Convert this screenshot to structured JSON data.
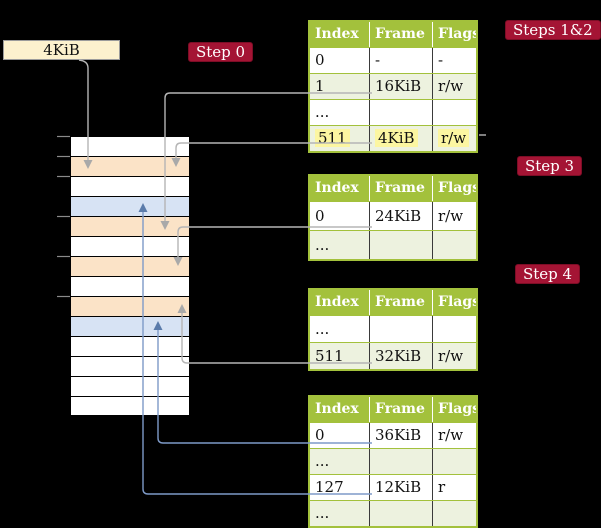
{
  "labels": {
    "frame_size": "4KiB",
    "step0": "Step 0",
    "steps_1_2": "Steps 1&2",
    "step3": "Step 3",
    "step4": "Step 4"
  },
  "memory_stack": {
    "description": "physical memory frames, 4KiB each",
    "rows": [
      {
        "kind": "empty"
      },
      {
        "kind": "pagetable"
      },
      {
        "kind": "empty"
      },
      {
        "kind": "datapage"
      },
      {
        "kind": "pagetable"
      },
      {
        "kind": "empty"
      },
      {
        "kind": "pagetable"
      },
      {
        "kind": "empty"
      },
      {
        "kind": "pagetable"
      },
      {
        "kind": "datapage"
      },
      {
        "kind": "empty"
      },
      {
        "kind": "empty"
      },
      {
        "kind": "empty"
      },
      {
        "kind": "empty"
      }
    ]
  },
  "tables": [
    {
      "name": "page-table-steps-1-2",
      "headers": [
        "Index",
        "Frame",
        "Flags"
      ],
      "rows": [
        {
          "cells": [
            "0",
            "-",
            "-"
          ],
          "shaded": false,
          "highlighted": false
        },
        {
          "cells": [
            "1",
            "16KiB",
            "r/w"
          ],
          "shaded": true,
          "highlighted": false
        },
        {
          "cells": [
            "...",
            "",
            ""
          ],
          "shaded": false,
          "highlighted": false
        },
        {
          "cells": [
            "511",
            "4KiB",
            "r/w"
          ],
          "shaded": true,
          "highlighted": true
        }
      ]
    },
    {
      "name": "page-table-step-3",
      "headers": [
        "Index",
        "Frame",
        "Flags"
      ],
      "rows": [
        {
          "cells": [
            "0",
            "24KiB",
            "r/w"
          ],
          "shaded": false,
          "highlighted": false
        },
        {
          "cells": [
            "...",
            "",
            ""
          ],
          "shaded": true,
          "highlighted": false
        }
      ]
    },
    {
      "name": "page-table-step-4",
      "headers": [
        "Index",
        "Frame",
        "Flags"
      ],
      "rows": [
        {
          "cells": [
            "...",
            "",
            ""
          ],
          "shaded": false,
          "highlighted": false
        },
        {
          "cells": [
            "511",
            "32KiB",
            "r/w"
          ],
          "shaded": true,
          "highlighted": false
        }
      ]
    },
    {
      "name": "page-table-last-level",
      "headers": [
        "Index",
        "Frame",
        "Flags"
      ],
      "rows": [
        {
          "cells": [
            "0",
            "36KiB",
            "r/w"
          ],
          "shaded": false,
          "highlighted": false
        },
        {
          "cells": [
            "...",
            "",
            ""
          ],
          "shaded": true,
          "highlighted": false
        },
        {
          "cells": [
            "127",
            "12KiB",
            "r"
          ],
          "shaded": false,
          "highlighted": false
        },
        {
          "cells": [
            "...",
            "",
            ""
          ],
          "shaded": true,
          "highlighted": false
        }
      ]
    }
  ],
  "colors": {
    "badge_red": "#a41434",
    "badge_border": "#7d0d26",
    "table_header_green": "#a3c13c",
    "table_row_green": "#edf2df",
    "highlight_yellow": "#fcf6a1",
    "frame_pagetable_peach": "#fbe3c7",
    "frame_datapage_blue": "#d7e3f4",
    "label_box_cream": "#fcf1ce",
    "connector_gray": "#b5b5b5",
    "connector_blue": "#7e9ac8"
  }
}
